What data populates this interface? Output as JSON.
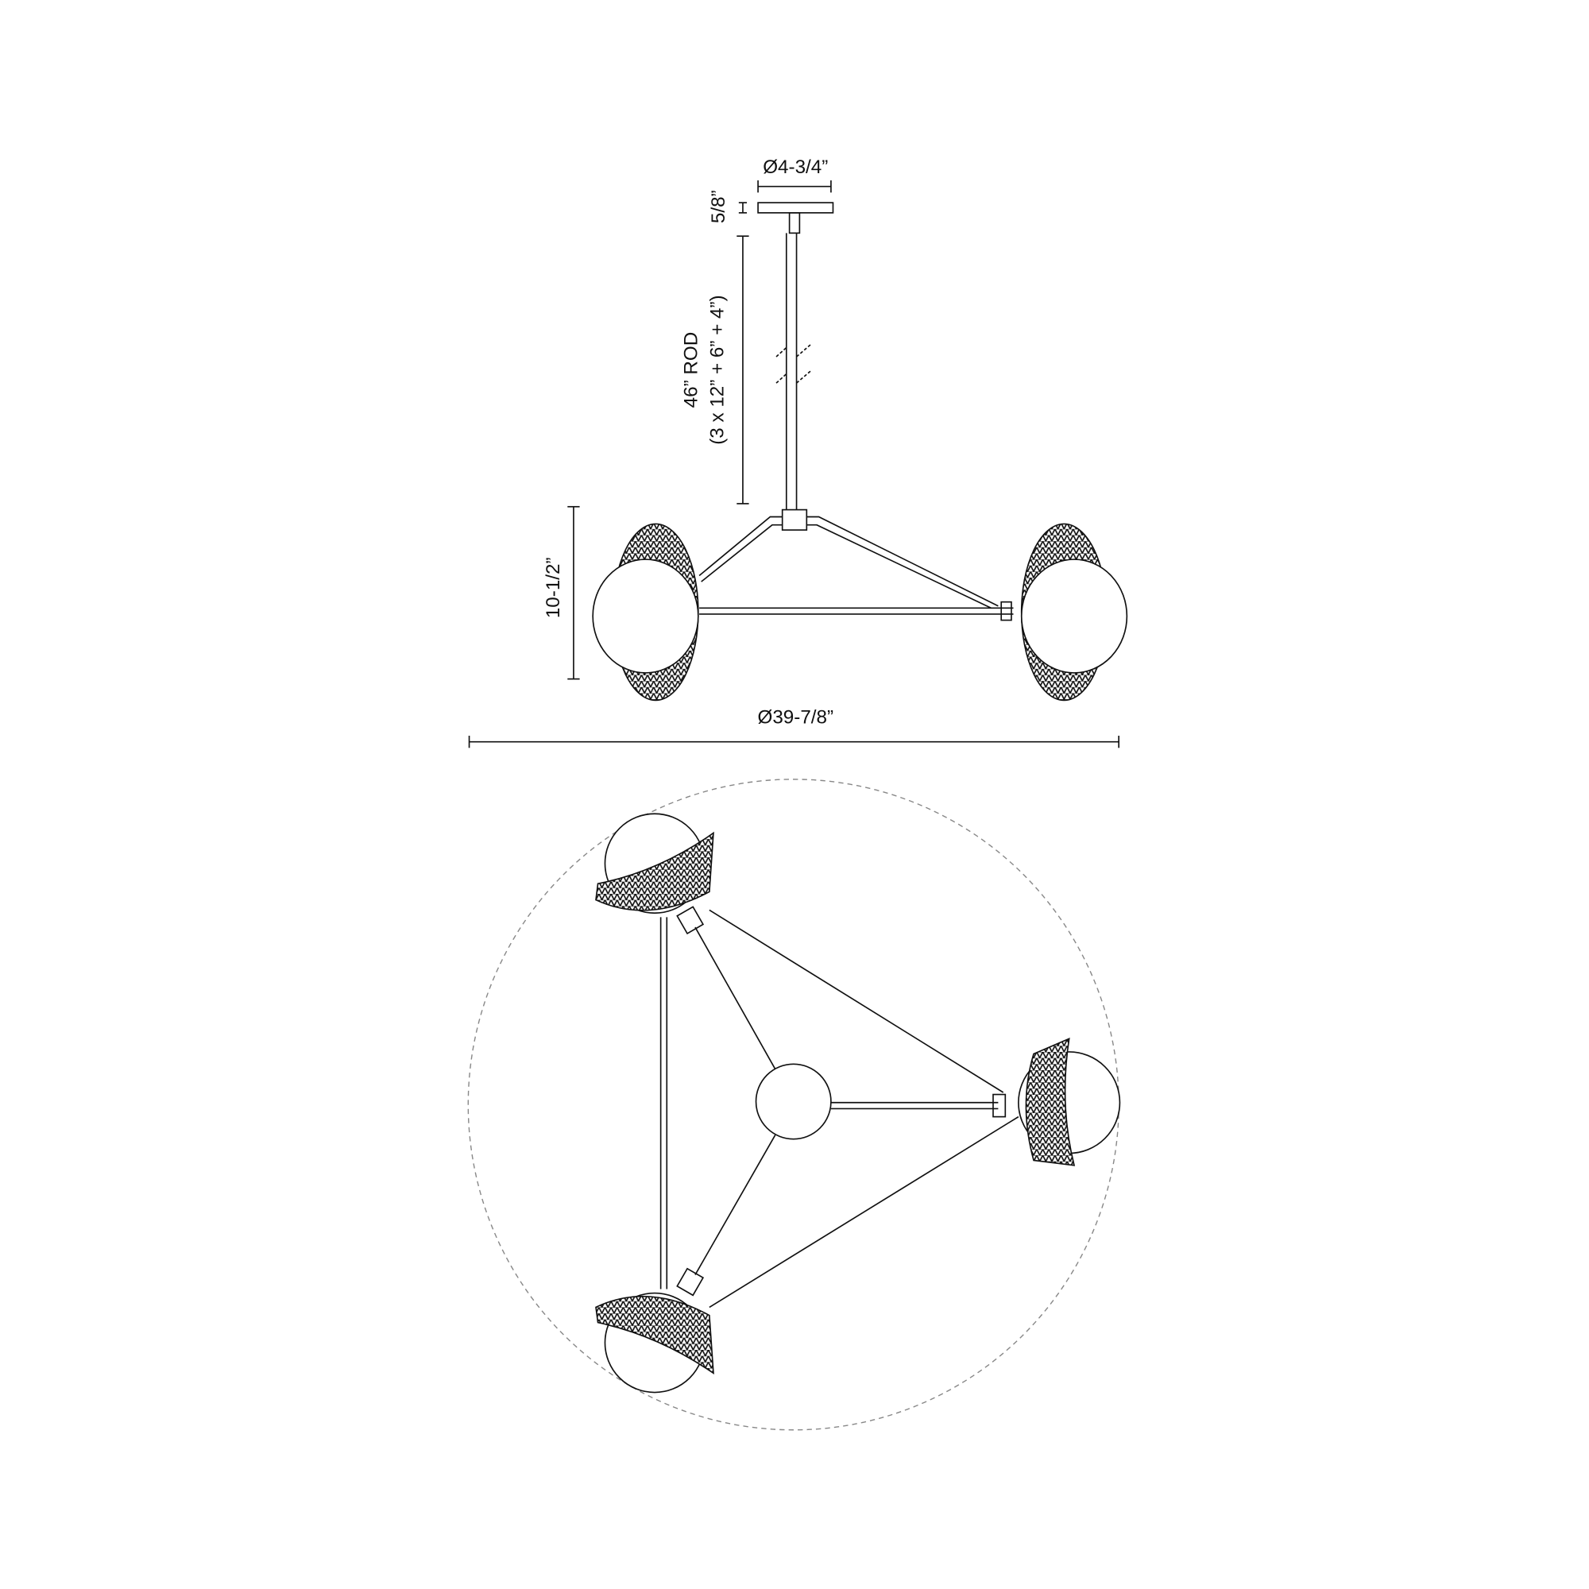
{
  "dimensions": {
    "canopy_diameter": "Ø4-3/4”",
    "canopy_height": "5/8”",
    "rod_length": "46” ROD",
    "rod_breakdown": "(3 x 12” + 6” + 4”)",
    "fixture_height": "10-1/2”",
    "fixture_diameter": "Ø39-7/8”"
  },
  "colors": {
    "line": "#111111",
    "shade": "#1a1a1a",
    "dash": "#888888"
  }
}
